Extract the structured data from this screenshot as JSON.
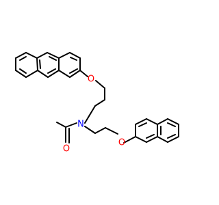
{
  "diagram": {
    "atoms": [
      {
        "id": "o1",
        "label": "O",
        "color": "#ff0000"
      },
      {
        "id": "n1",
        "label": "N",
        "color": "#0000ff"
      },
      {
        "id": "o2",
        "label": "O",
        "color": "#ff0000"
      },
      {
        "id": "o3",
        "label": "O",
        "color": "#ff0000"
      }
    ],
    "bond_color": "#000000"
  }
}
